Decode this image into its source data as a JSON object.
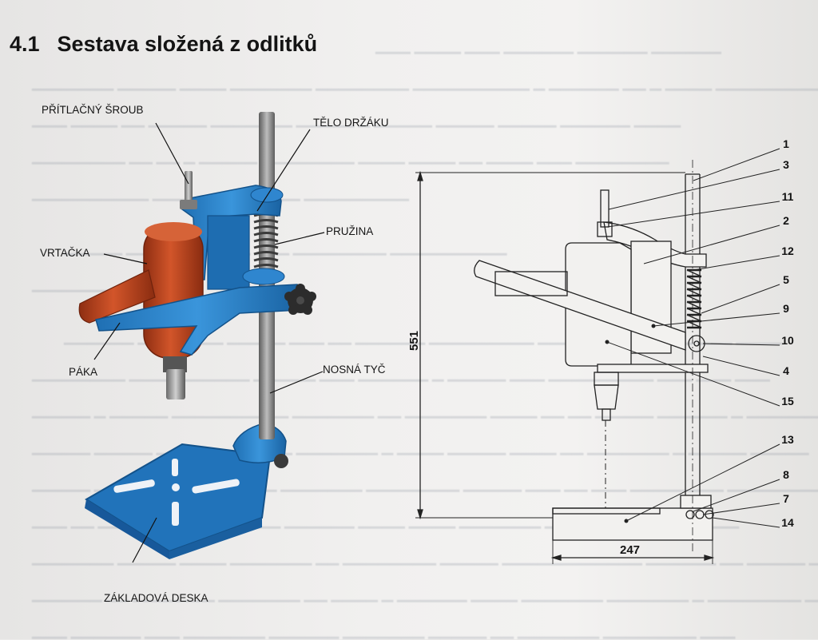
{
  "section": {
    "number": "4.1",
    "title": "Sestava složená z odlitků"
  },
  "labels_3d": {
    "pritlacny_sroub": "PŘÍTLAČNÝ ŠROUB",
    "telo_drzaku": "TĚLO DRŽÁKU",
    "pruzina": "PRUŽINA",
    "vrtacka": "VRTAČKA",
    "paka": "PÁKA",
    "nosna_tyc": "NOSNÁ TYČ",
    "zakladova_deska": "ZÁKLADOVÁ DESKA"
  },
  "drawing": {
    "height_dim": "551",
    "width_dim": "247",
    "part_numbers": [
      "1",
      "3",
      "11",
      "2",
      "12",
      "5",
      "9",
      "10",
      "4",
      "15",
      "13",
      "8",
      "7",
      "14"
    ]
  },
  "colors": {
    "frame_blue": "#2a80c8",
    "drill_orange": "#c4461e",
    "rod_gray": "#8a8a8a"
  }
}
